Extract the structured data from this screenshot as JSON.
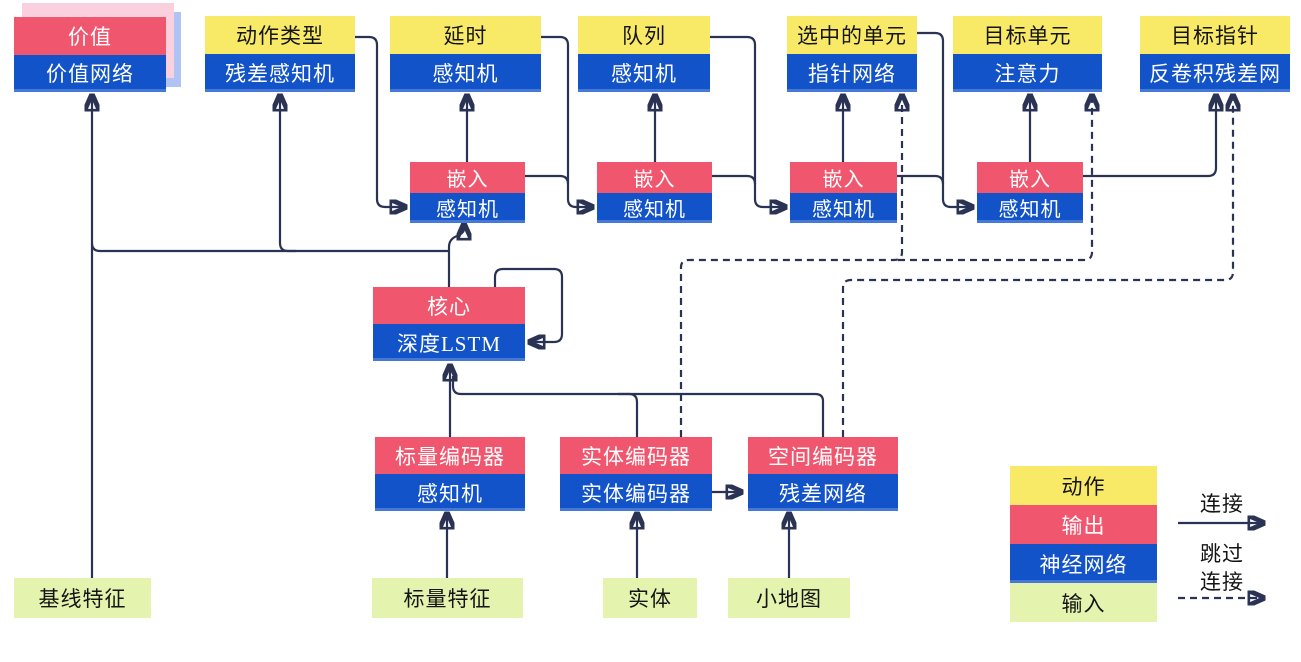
{
  "palette": {
    "action_yellow": "#F8E967",
    "output_red": "#F1566F",
    "nn_blue": "#1253CA",
    "input_green": "#E4F4AF",
    "line_navy": "#2B3354",
    "shadow_pink": "#FBD0DE",
    "shadow_blue": "#AFC4F4"
  },
  "heads": [
    {
      "action": "价值",
      "network": "价值网络",
      "header_type": "output"
    },
    {
      "action": "动作类型",
      "network": "残差感知机",
      "header_type": "action"
    },
    {
      "action": "延时",
      "network": "感知机",
      "header_type": "action"
    },
    {
      "action": "队列",
      "network": "感知机",
      "header_type": "action"
    },
    {
      "action": "选中的单元",
      "network": "指针网络",
      "header_type": "action"
    },
    {
      "action": "目标单元",
      "network": "注意力",
      "header_type": "action"
    },
    {
      "action": "目标指针",
      "network": "反卷积残差网",
      "header_type": "action"
    }
  ],
  "embeds": [
    {
      "output": "嵌入",
      "network": "感知机"
    },
    {
      "output": "嵌入",
      "network": "感知机"
    },
    {
      "output": "嵌入",
      "network": "感知机"
    },
    {
      "output": "嵌入",
      "network": "感知机"
    }
  ],
  "core": {
    "output": "核心",
    "network": "深度LSTM"
  },
  "encoders": [
    {
      "output": "标量编码器",
      "network": "感知机"
    },
    {
      "output": "实体编码器",
      "network": "实体编码器"
    },
    {
      "output": "空间编码器",
      "network": "残差网络"
    }
  ],
  "inputs": [
    {
      "label": "基线特征"
    },
    {
      "label": "标量特征"
    },
    {
      "label": "实体"
    },
    {
      "label": "小地图"
    }
  ],
  "legend": {
    "items": [
      {
        "label": "动作",
        "type": "action"
      },
      {
        "label": "输出",
        "type": "output"
      },
      {
        "label": "神经网络",
        "type": "nn"
      },
      {
        "label": "输入",
        "type": "input"
      }
    ],
    "connection_label": "连接",
    "skip_connection_label_line1": "跳过",
    "skip_connection_label_line2": "连接"
  }
}
